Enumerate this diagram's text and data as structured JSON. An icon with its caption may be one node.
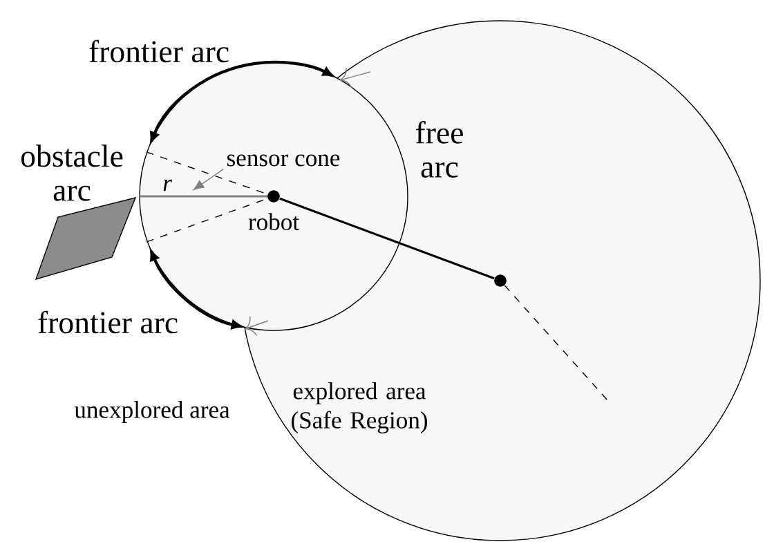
{
  "diagram": {
    "nodes": [
      {
        "text": [],
        "shape": "circle",
        "beside": [
          "robot"
        ]
      },
      {
        "text": [],
        "shape": "circle"
      },
      {
        "text": [
          "sensor cone"
        ]
      }
    ],
    "edges": [
      {
        "from": 0,
        "to": 1,
        "arrow": "none"
      },
      {
        "from": 1,
        "to": null,
        "arrow": "none",
        "style": "dashed"
      },
      {
        "from": 2,
        "to": null,
        "arrow": "to",
        "color": "#808080"
      }
    ],
    "labels": [
      "frontier arc",
      "free arc",
      "obstacle arc",
      "r",
      "frontier arc",
      "unexplored area",
      "explored area (Safe Region)"
    ]
  }
}
